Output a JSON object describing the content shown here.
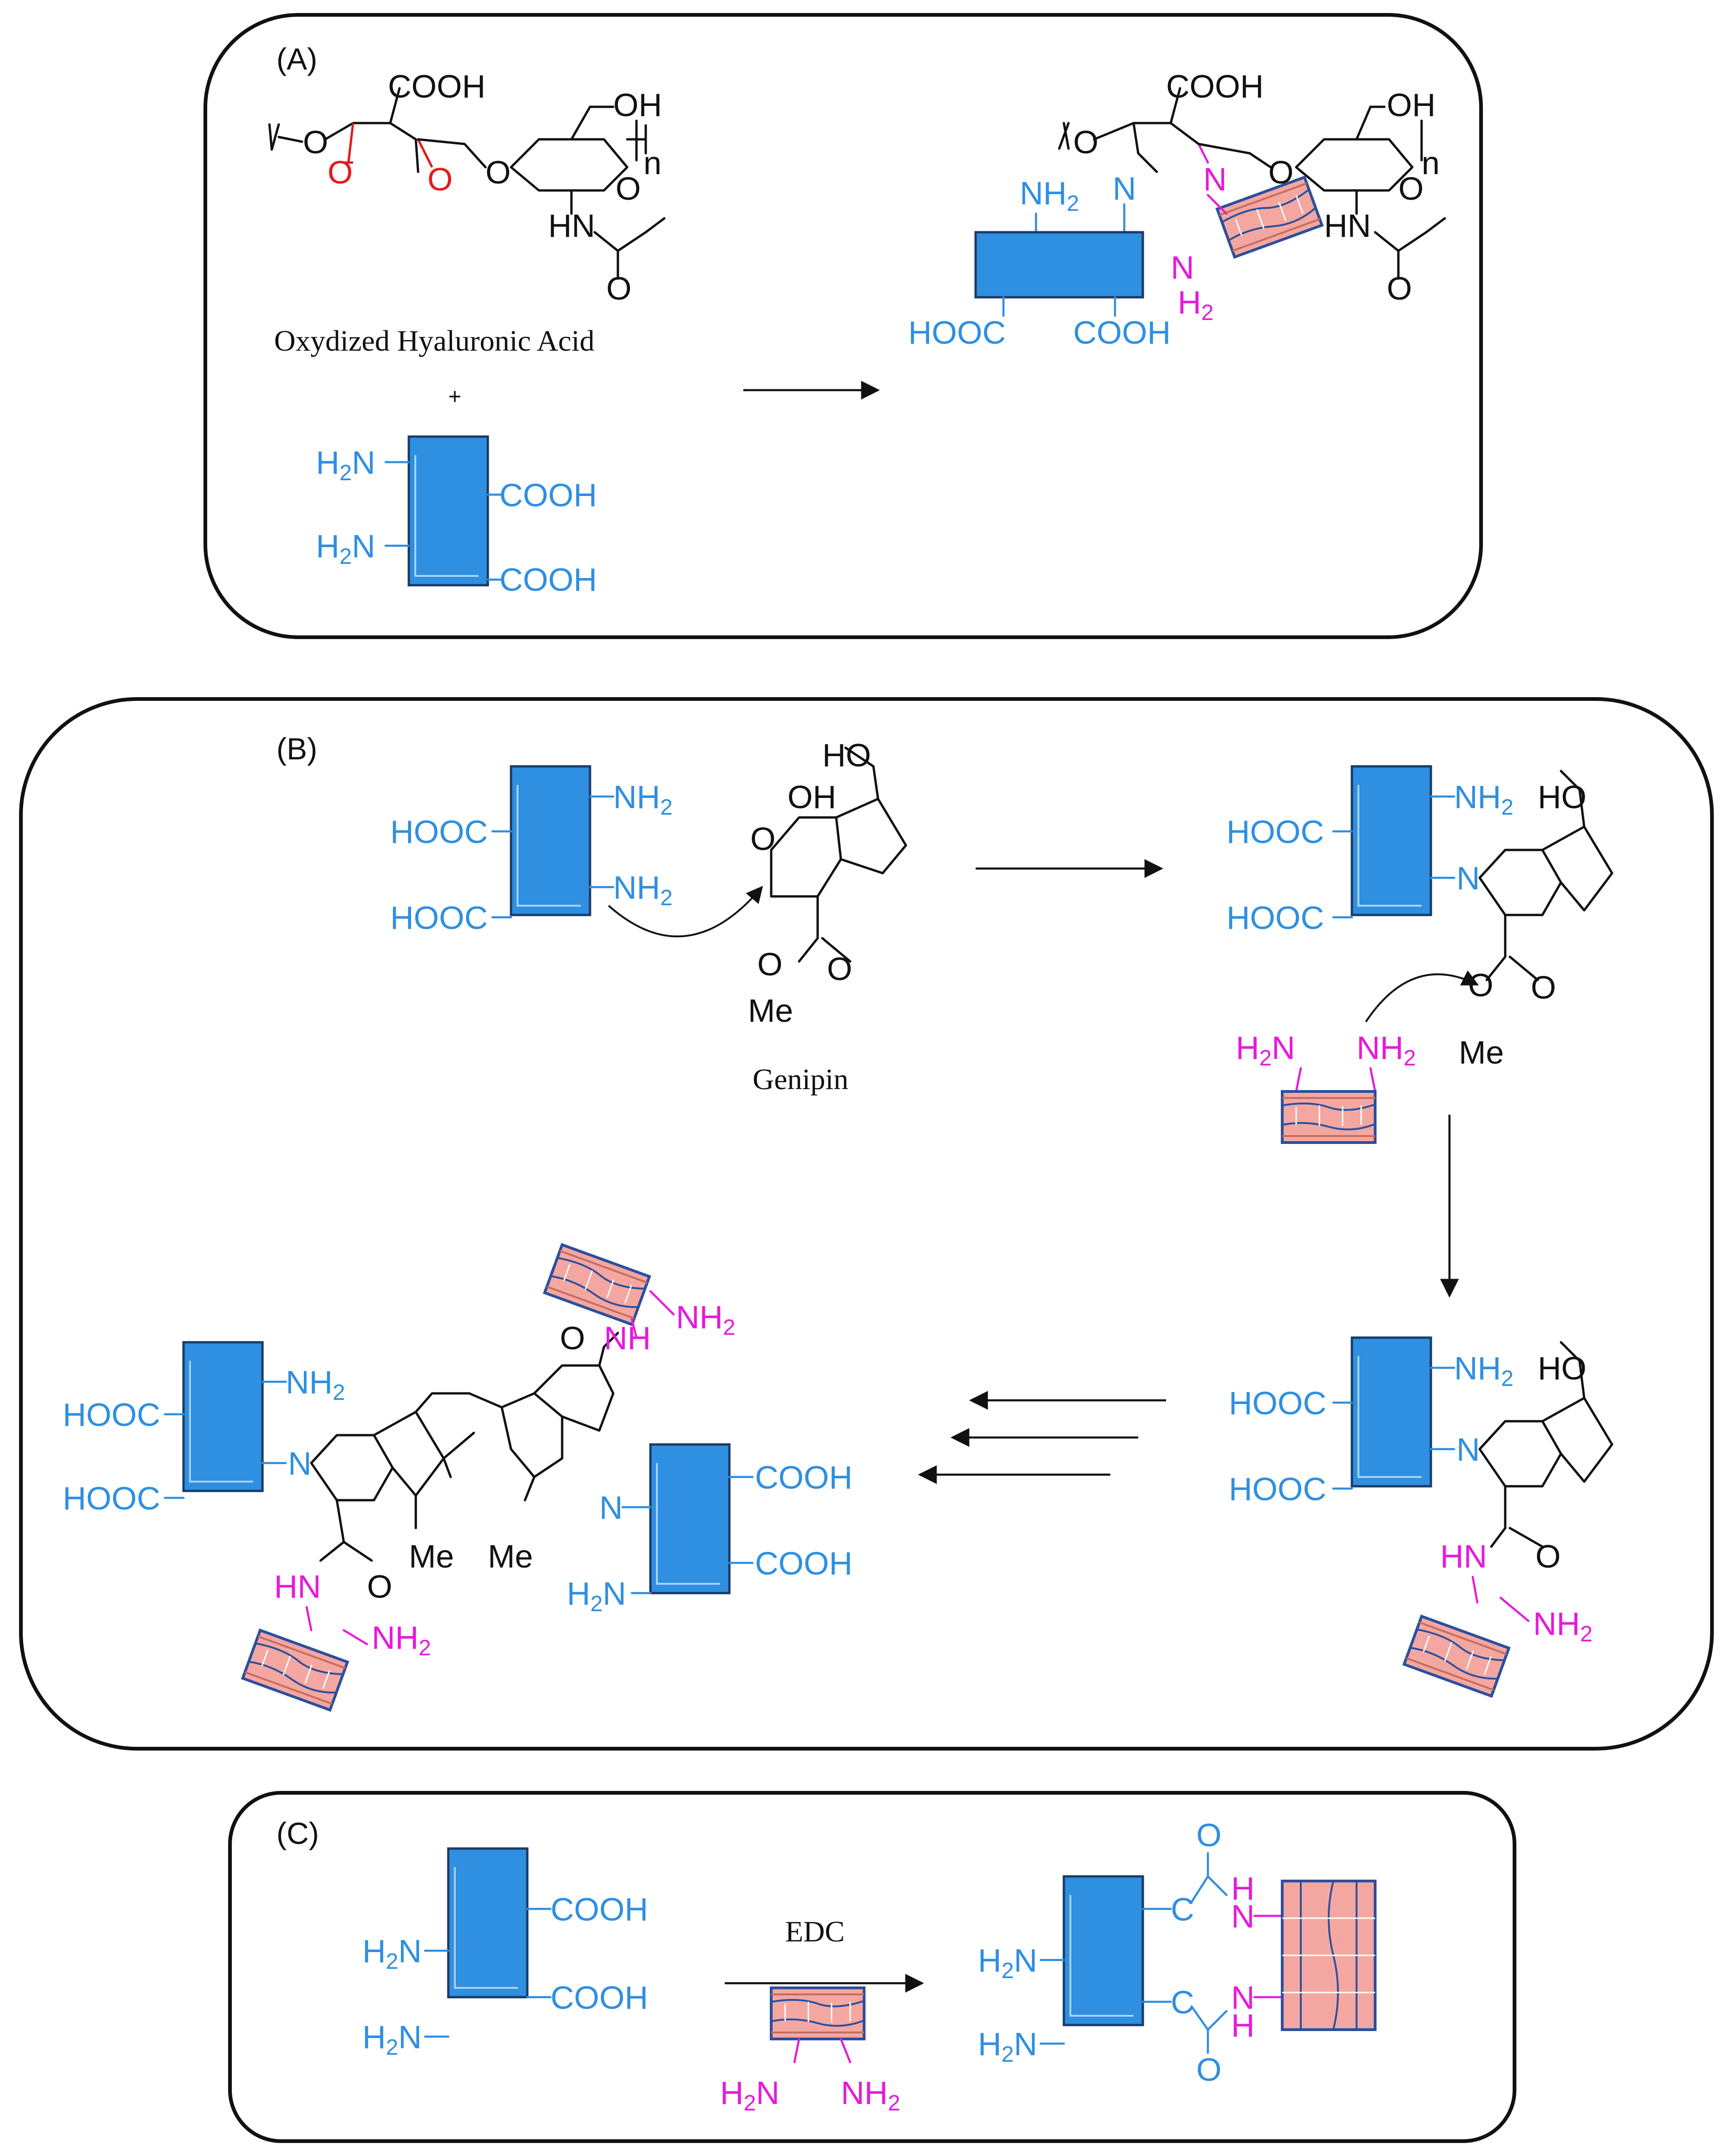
{
  "panels": {
    "a": {
      "label": "(A)"
    },
    "b": {
      "label": "(B)"
    },
    "c": {
      "label": "(C)"
    }
  },
  "compounds": {
    "oxidized_ha": "Oxydized Hyaluronic Acid",
    "genipin": "Genipin",
    "plus": "+",
    "reagent_edc": "EDC"
  },
  "groups": {
    "cooh": "COOH",
    "hooc": "HOOC",
    "oh": "OH",
    "ho": "HO",
    "o": "O",
    "n": "N",
    "h": "H",
    "hn": "HN",
    "nh": "NH",
    "c": "C",
    "me": "Me",
    "repeat_n": "n",
    "nh2_main": "NH",
    "h2n_main": "H",
    "sub2": "2",
    "n_after": "N"
  },
  "colors": {
    "protein_block": "#2f8fe0",
    "tissue": "#f4a7a0",
    "amine_magenta": "#e61adb",
    "aldehyde_red": "#e31b1b"
  },
  "icons": {
    "protein": "blue-protein-block-icon",
    "tissue": "tissue-layer-icon"
  }
}
